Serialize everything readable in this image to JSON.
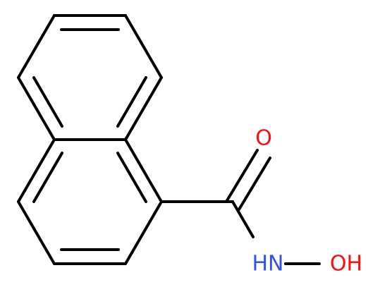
{
  "colors": {
    "background": "#ffffff",
    "bond": "#000000",
    "oxygen": "#ff0d0d",
    "nitrogen": "#3050f8"
  },
  "atoms": {
    "carbonyl_oxygen": "O",
    "amide_nitrogen": "HN",
    "hydroxyl_oxygen": "OH"
  }
}
